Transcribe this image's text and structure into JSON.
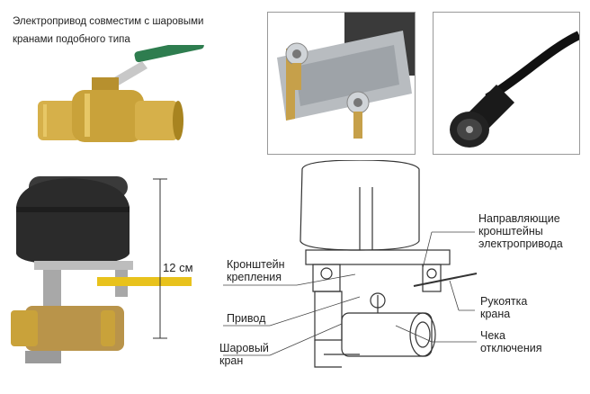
{
  "caption": {
    "line1": "Электропривод совместим с шаровыми",
    "line2": "кранами подобного типа"
  },
  "dimension": "12 см",
  "labels": {
    "bracket_mount": [
      "Кронштейн",
      "крепления"
    ],
    "drive": "Привод",
    "ball_valve": [
      "Шаровый",
      "кран"
    ],
    "guide_brackets": [
      "Направляющие",
      "кронштейны",
      "электропривода"
    ],
    "handle": [
      "Рукоятка",
      "крана"
    ],
    "release_pin": [
      "Чека",
      "отключения"
    ]
  },
  "colors": {
    "brass": "#c9a23a",
    "handle_green": "#2e7d4f",
    "actuator_black": "#2b2b2b",
    "yellow_handle": "#e8c21c"
  }
}
